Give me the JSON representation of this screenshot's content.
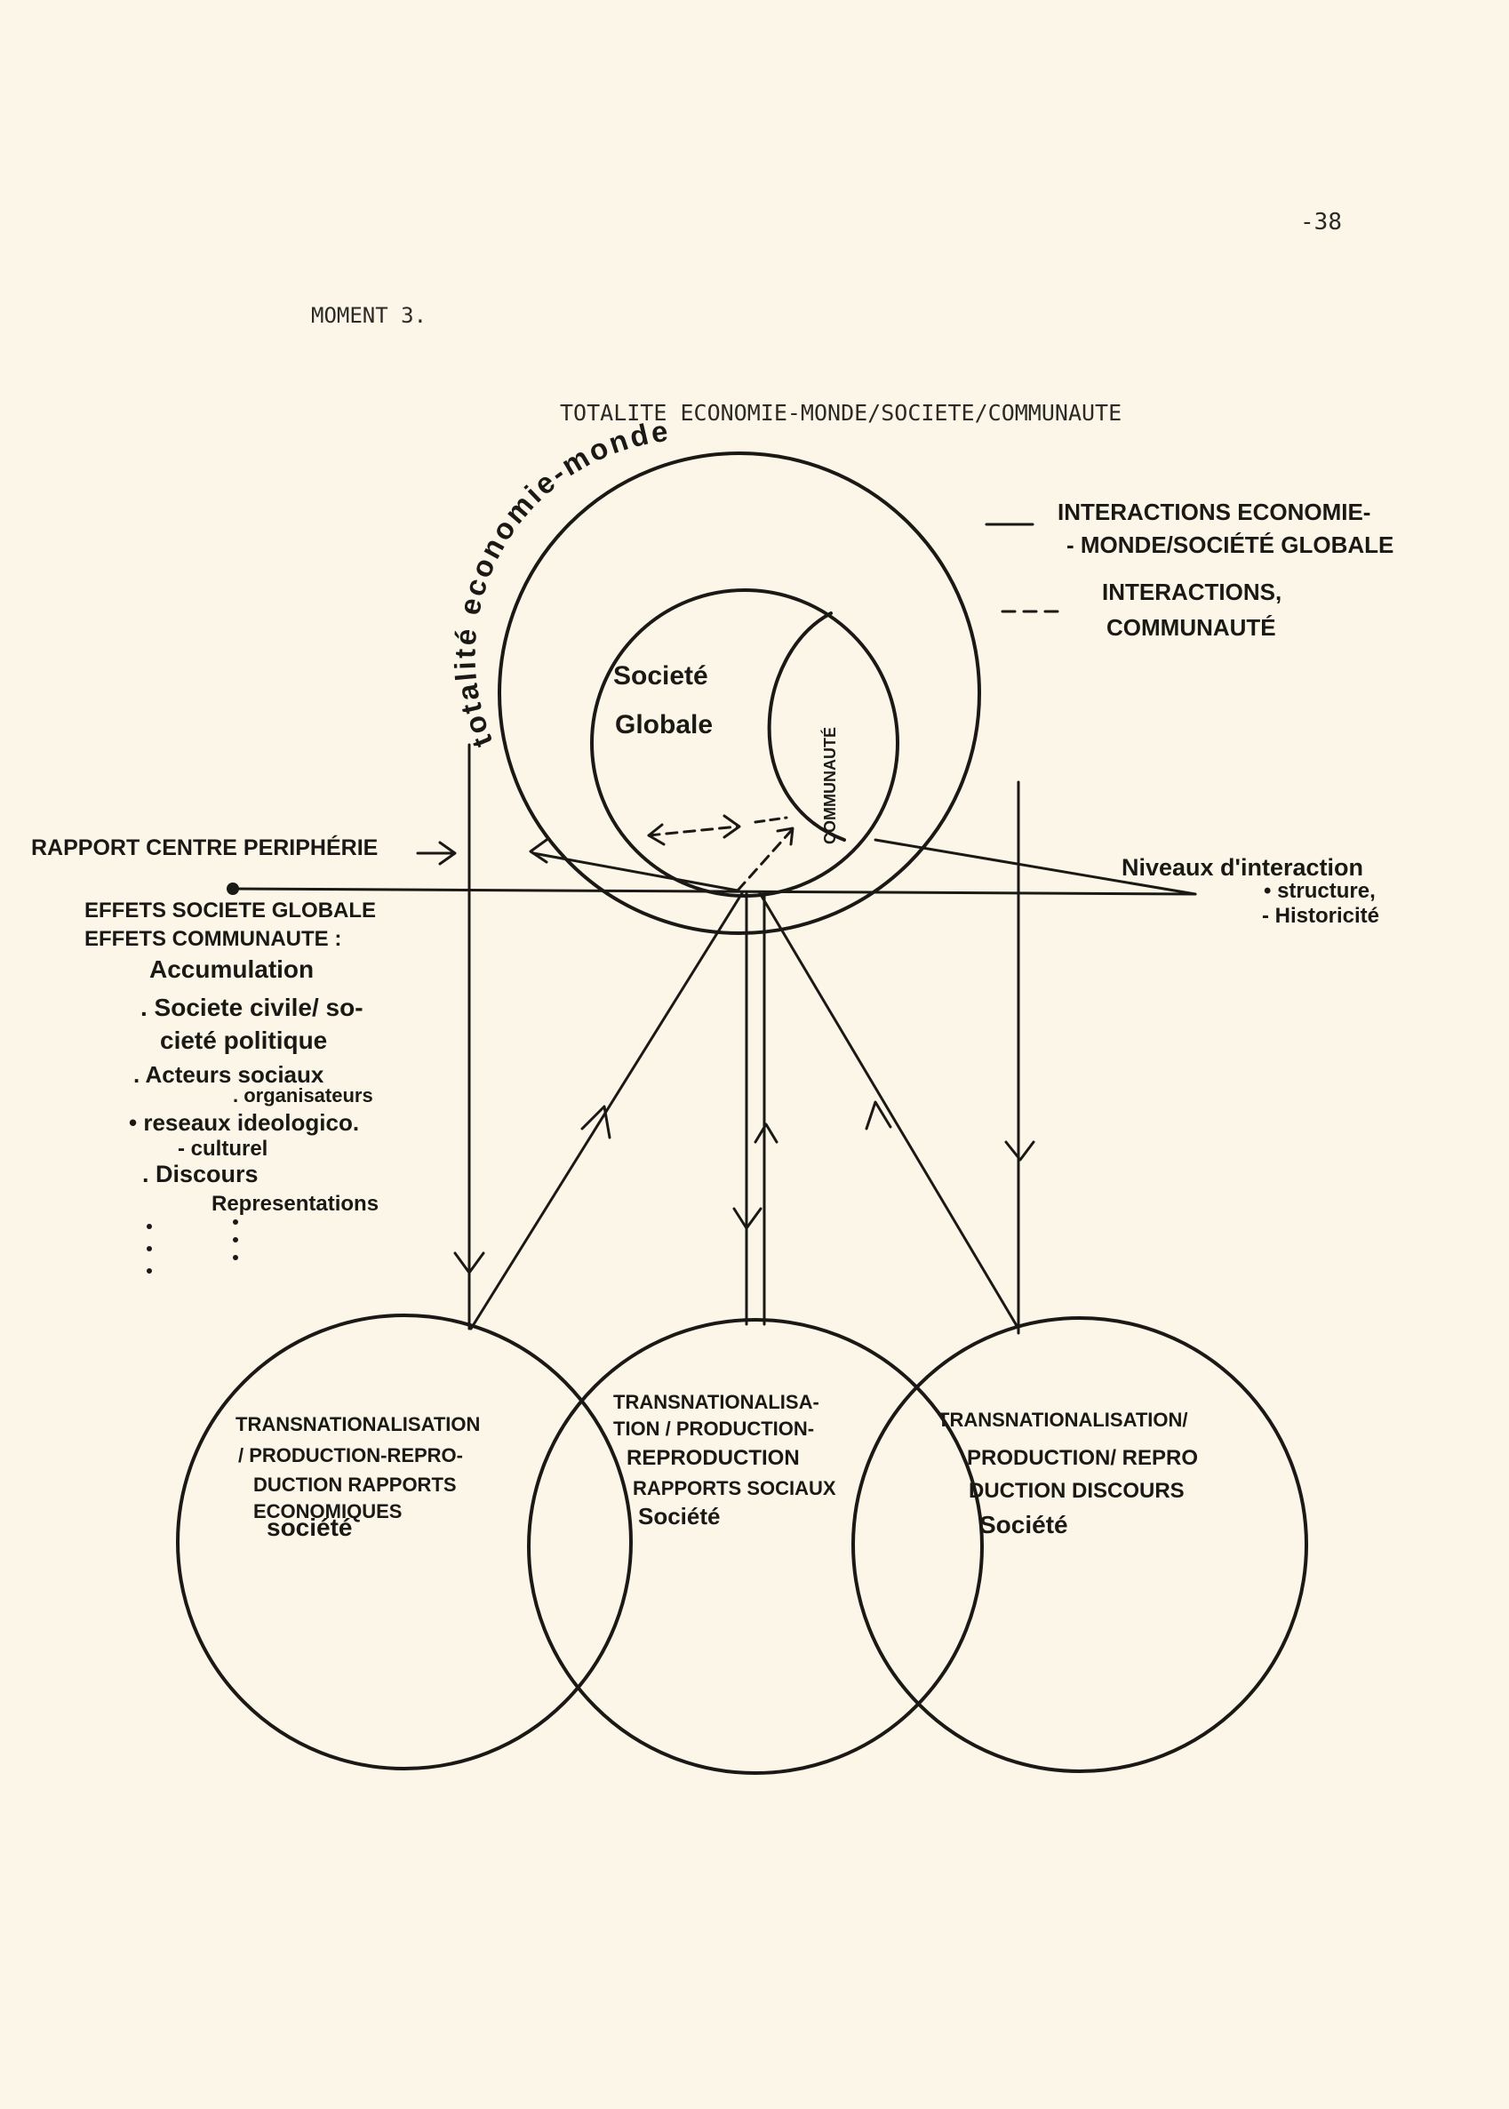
{
  "page_number": "-38",
  "moment": "MOMENT 3.",
  "title": "TOTALITE ECONOMIE-MONDE/SOCIETE/COMMUNAUTE",
  "outer_circle_label": "totalité economie-monde",
  "inner_circle_label_line1": "Societé",
  "inner_circle_label_line2": "Globale",
  "community_label": "COMMUNAUTÉ",
  "legend": {
    "solid_line1": "INTERACTIONS ECONOMIE-",
    "solid_line2": "- MONDE/SOCIÉTÉ GLOBALE",
    "dashed_line1": "INTERACTIONS,",
    "dashed_line2": "COMMUNAUTÉ"
  },
  "rapport_label": "RAPPORT CENTRE PERIPHÉRIE",
  "niveaux": {
    "title": "Niveaux d'interaction",
    "item1": "• structure,",
    "item2": "- Historicité"
  },
  "effects_list": [
    "EFFETS SOCIETE GLOBALE",
    "EFFETS COMMUNAUTE :",
    "Accumulation",
    ". Societe civile/ so-",
    "cieté politique",
    ". Acteurs sociaux",
    ". organisateurs",
    "• reseaux ideologico.",
    "- culturel",
    ". Discours",
    "Representations"
  ],
  "circles": {
    "left": [
      "TRANSNATIONALISATION",
      "/ PRODUCTION-REPRO-",
      "DUCTION RAPPORTS",
      "ECONOMIQUES",
      "société"
    ],
    "middle": [
      "TRANSNATIONALISA-",
      "TION / PRODUCTION-",
      "REPRODUCTION",
      "RAPPORTS SOCIAUX",
      "Société"
    ],
    "right": [
      "TRANSNATIONALISATION/",
      "PRODUCTION/ REPRO",
      "DUCTION DISCOURS",
      "Société"
    ]
  }
}
